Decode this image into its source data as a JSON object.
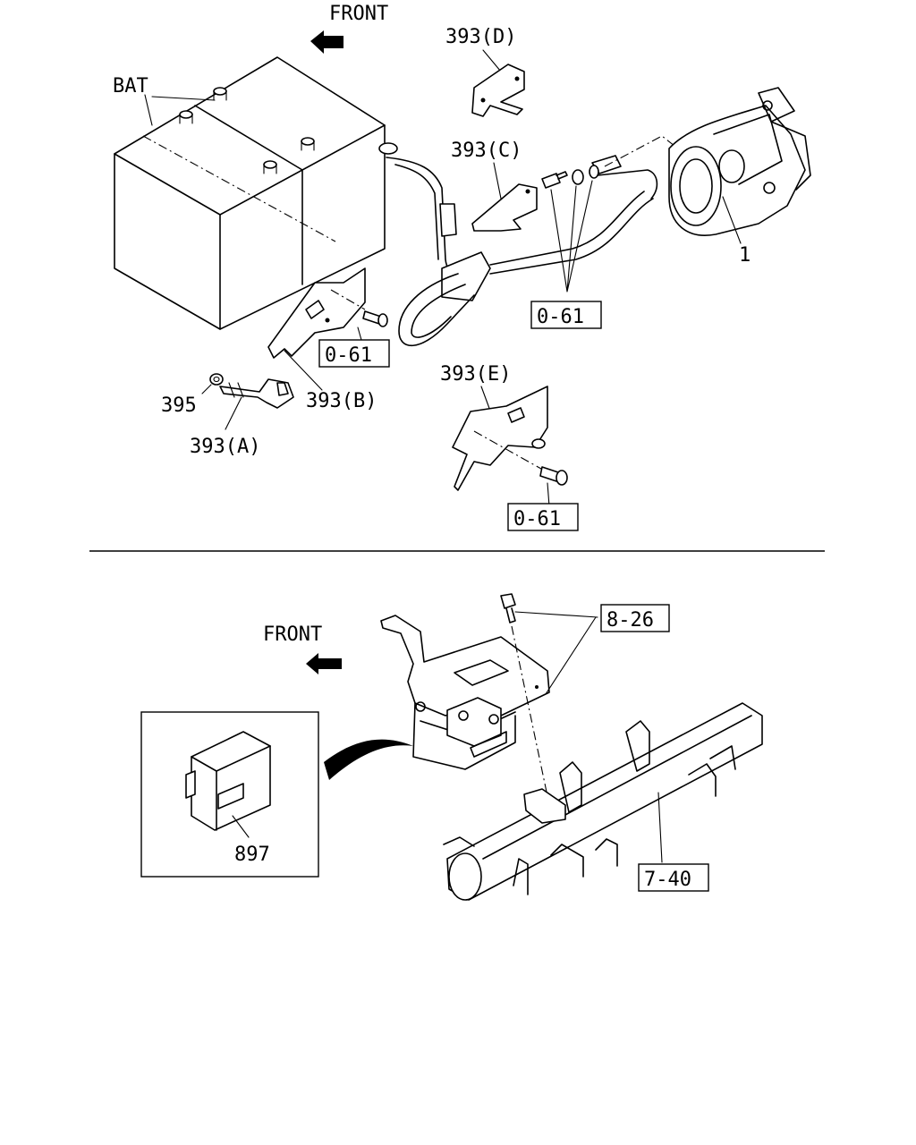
{
  "labels": {
    "front_top": "FRONT",
    "front_bottom": "FRONT",
    "bat": "BAT",
    "p393d": "393(D)",
    "p393c": "393(C)",
    "p393b": "393(B)",
    "p393a": "393(A)",
    "p393e": "393(E)",
    "p395": "395",
    "p1": "1",
    "p897": "897"
  },
  "refs": {
    "r061_right": "0-61",
    "r061_left": "0-61",
    "r061_bottom": "0-61",
    "r826": "8-26",
    "r740": "7-40"
  }
}
